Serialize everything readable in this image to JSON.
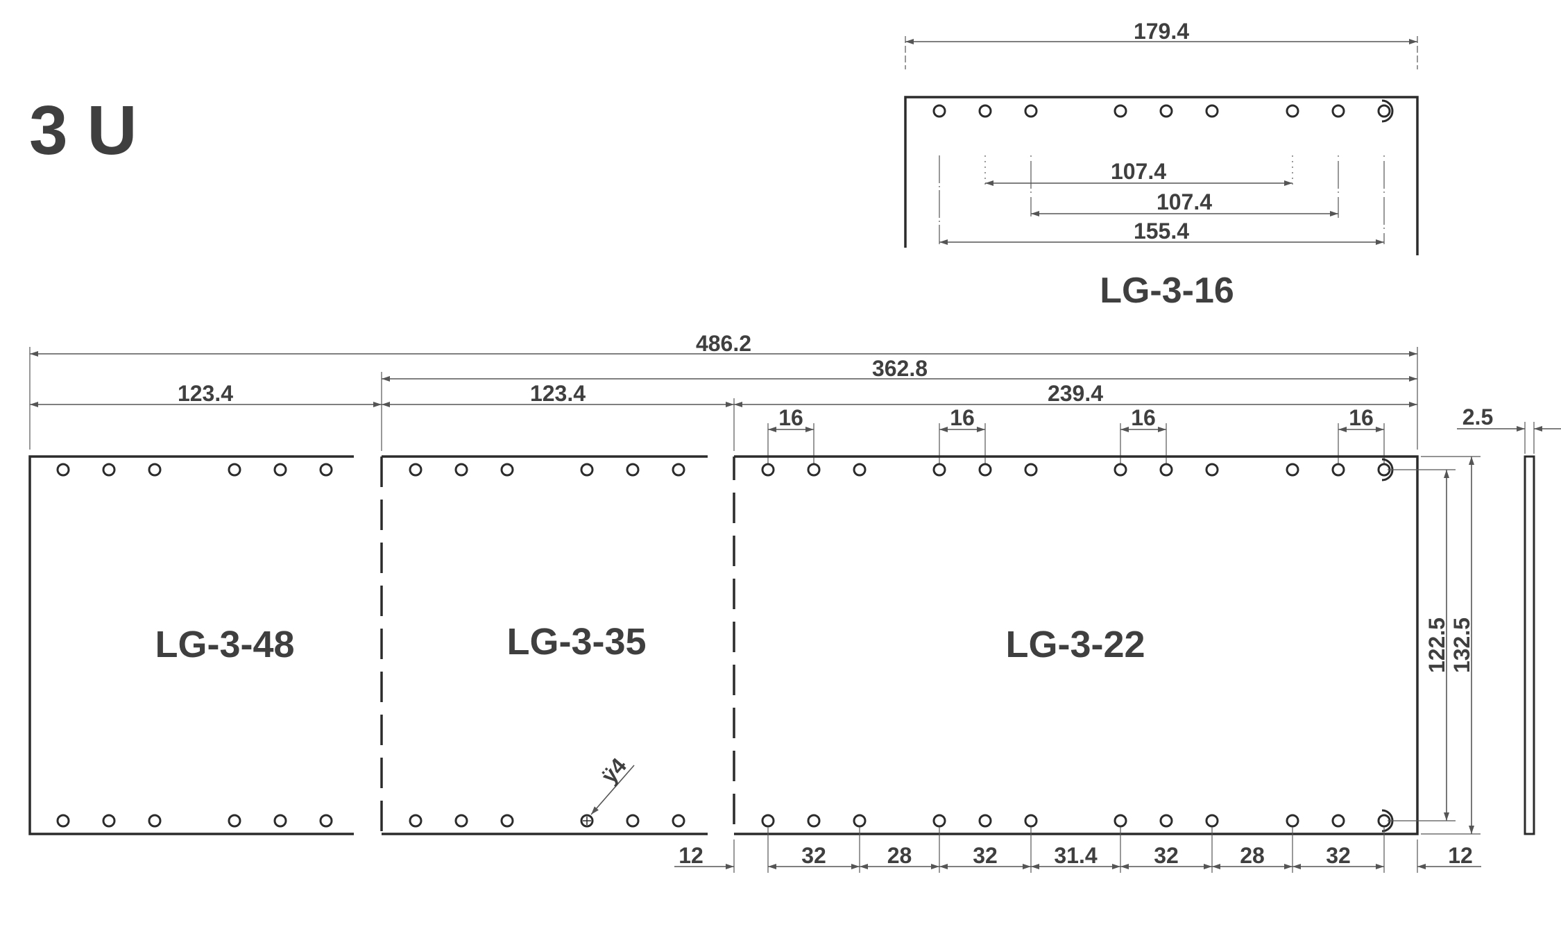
{
  "title": "3 U",
  "panels": {
    "lg_3_48": "LG-3-48",
    "lg_3_35": "LG-3-35",
    "lg_3_22": "LG-3-22",
    "lg_3_16": "LG-3-16"
  },
  "dims": {
    "top_179_4": "179.4",
    "top_107_4_a": "107.4",
    "top_107_4_b": "107.4",
    "top_155_4": "155.4",
    "overall_486_2": "486.2",
    "overall_362_8": "362.8",
    "w_123_4_a": "123.4",
    "w_123_4_b": "123.4",
    "w_239_4": "239.4",
    "pitch_16_a": "16",
    "pitch_16_b": "16",
    "pitch_16_c": "16",
    "pitch_16_d": "16",
    "thickness_2_5": "2.5",
    "height_122_5": "122.5",
    "height_132_5": "132.5",
    "hole_dia": "ÿ4",
    "edge_12_left": "12",
    "edge_12_right": "12",
    "bottom_spacings": [
      "32",
      "28",
      "32",
      "31.4",
      "32",
      "28",
      "32"
    ]
  }
}
